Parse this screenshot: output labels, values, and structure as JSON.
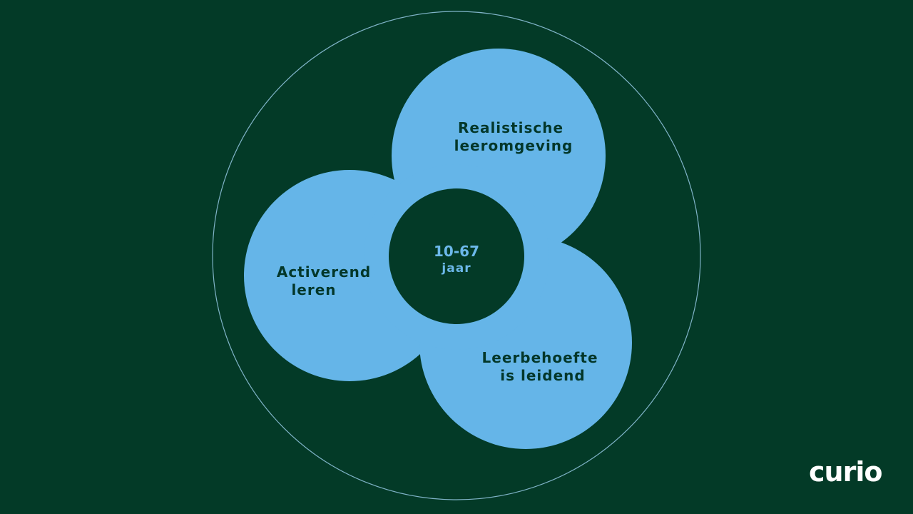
{
  "colors": {
    "background": "#033a27",
    "petal": "#65b5e8",
    "outline": "#7fb3c7",
    "label_text": "#03372a",
    "center_text": "#6cb8ea",
    "logo": "#ffffff"
  },
  "diagram": {
    "petals": [
      {
        "lines": [
          "Realistische",
          "leeromgeving"
        ]
      },
      {
        "lines": [
          "Activerend",
          "leren"
        ]
      },
      {
        "lines": [
          "Leerbehoefte",
          "is leidend"
        ]
      }
    ],
    "center": {
      "value": "10-67",
      "unit": "jaar"
    }
  },
  "brand": {
    "logo_text": "curio"
  }
}
